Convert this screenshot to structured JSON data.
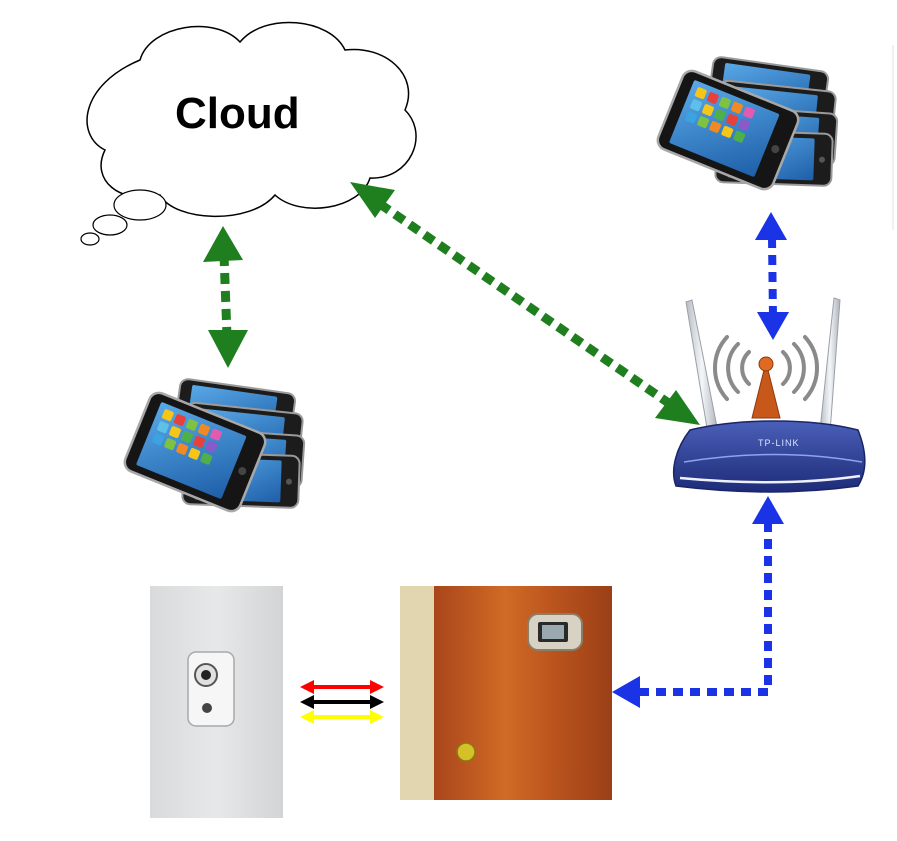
{
  "cloud": {
    "label": "Cloud"
  },
  "router": {
    "brand": "TP-LINK"
  },
  "colors": {
    "cloud_link": "#1f7f1f",
    "wifi_link": "#1a33e6",
    "wire_red": "#ff0000",
    "wire_black": "#000000",
    "wire_yellow": "#ffff00",
    "router_body": "#2c3f94",
    "door_wood": "#c25a1c"
  },
  "nodes": [
    {
      "id": "cloud",
      "icon": "cloud-icon"
    },
    {
      "id": "phones-left",
      "icon": "smartphone-stack-icon"
    },
    {
      "id": "phones-right",
      "icon": "smartphone-stack-icon"
    },
    {
      "id": "router",
      "icon": "wifi-router-icon"
    },
    {
      "id": "outdoor-camera",
      "icon": "doorbell-camera-icon"
    },
    {
      "id": "door-viewer",
      "icon": "door-viewer-icon"
    }
  ],
  "links": [
    {
      "from": "cloud",
      "to": "phones-left",
      "style": "green-dotted-bidirectional"
    },
    {
      "from": "cloud",
      "to": "router",
      "style": "green-dotted-bidirectional"
    },
    {
      "from": "router",
      "to": "phones-right",
      "style": "blue-dotted-bidirectional"
    },
    {
      "from": "router",
      "to": "door-viewer",
      "style": "blue-dotted-arrow"
    },
    {
      "from": "outdoor-camera",
      "to": "door-viewer",
      "style": "three-wire-bidirectional"
    }
  ]
}
